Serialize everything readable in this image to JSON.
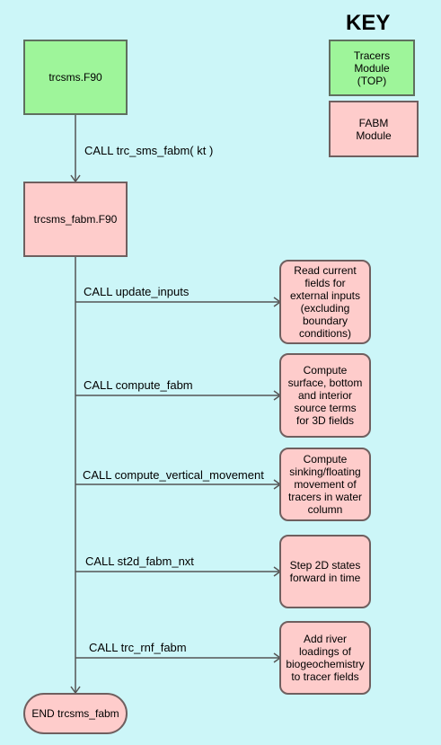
{
  "key": {
    "title": "KEY",
    "tracers": "Tracers\nModule\n(TOP)",
    "fabm": "FABM\nModule"
  },
  "nodes": {
    "trcsms": "trcsms.F90",
    "trcsms_fabm": "trcsms_fabm.F90",
    "end": "END trcsms_fabm"
  },
  "calls": [
    "CALL trc_sms_fabm( kt )",
    "CALL update_inputs",
    "CALL compute_fabm",
    "CALL compute_vertical_movement",
    "CALL st2d_fabm_nxt",
    "CALL trc_rnf_fabm"
  ],
  "actions": [
    "Read current\nfields for\nexternal inputs\n(excluding\nboundary\nconditions)",
    "Compute\nsurface, bottom\nand interior\nsource terms\nfor 3D fields",
    "Compute\nsinking/floating\nmovement of\ntracers in water\ncolumn",
    "Step 2D states\nforward in time",
    "Add river\nloadings of\nbiogeochemistry\nto tracer fields"
  ]
}
